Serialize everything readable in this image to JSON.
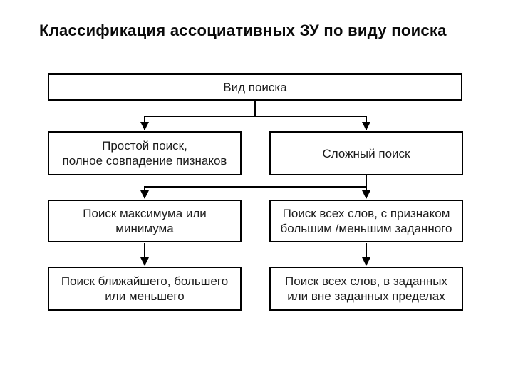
{
  "title": "Классификация ассоциативных ЗУ по виду поиска",
  "diagram": {
    "nodes": {
      "root": {
        "label": "Вид поиска"
      },
      "simple": {
        "label": "Простой поиск,\nполное совпадение пизнаков"
      },
      "complex": {
        "label": "Сложный поиск"
      },
      "maxmin": {
        "label": "Поиск максимума или\nминимума"
      },
      "attr": {
        "label": "Поиск всех слов, с признаком\nбольшим /меньшим заданного"
      },
      "nearest": {
        "label": "Поиск ближайшего, большего\nили меньшего"
      },
      "range": {
        "label": "Поиск всех слов, в заданных\nили вне заданных пределах"
      }
    },
    "edges": [
      {
        "from": "root",
        "to": "simple"
      },
      {
        "from": "root",
        "to": "complex"
      },
      {
        "from": "complex",
        "to": "maxmin"
      },
      {
        "from": "complex",
        "to": "attr"
      },
      {
        "from": "maxmin",
        "to": "nearest"
      },
      {
        "from": "attr",
        "to": "range"
      }
    ],
    "colors": {
      "line": "#000000",
      "box_border": "#000000",
      "box_fill": "#ffffff",
      "text": "#1c1c1c",
      "background": "#ffffff"
    }
  }
}
